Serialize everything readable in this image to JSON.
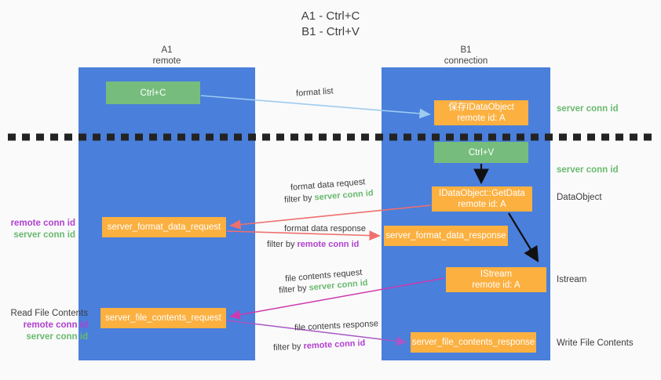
{
  "title": {
    "line1": "A1 - Ctrl+C",
    "line2": "B1 - Ctrl+V"
  },
  "columns": [
    {
      "id": "a1",
      "name": "A1",
      "sub": "remote"
    },
    {
      "id": "b1",
      "name": "B1",
      "sub": "connection"
    }
  ],
  "nodes": {
    "ctrl_c": {
      "line1": "Ctrl+C",
      "line2": ""
    },
    "idataobject": {
      "line1": "保存IDataObject",
      "line2": "remote id: A"
    },
    "ctrl_v": {
      "line1": "Ctrl+V",
      "line2": ""
    },
    "getdata": {
      "line1": "IDataObject::GetData",
      "line2": "remote id: A"
    },
    "format_data_request": {
      "line1": "server_format_data_request",
      "line2": ""
    },
    "format_data_response": {
      "line1": "server_format_data_response",
      "line2": ""
    },
    "istream": {
      "line1": "IStream",
      "line2": "remote id: A"
    },
    "file_contents_request": {
      "line1": "server_file_contents_request",
      "line2": ""
    },
    "file_contents_response": {
      "line1": "server_file_contents_response",
      "line2": ""
    }
  },
  "right_notes": {
    "server_conn_id_1": "server conn id",
    "server_conn_id_2": "server conn id",
    "dataobject": "DataObject",
    "istream": "Istream",
    "write_file_contents": "Write File Contents"
  },
  "left_notes": {
    "block1": {
      "remote": "remote conn id",
      "server": "server conn id"
    },
    "block2": {
      "heading": "Read File Contents",
      "remote": "remote conn id",
      "server": "server conn id"
    }
  },
  "edges": {
    "format_list": "format list",
    "format_data_request": {
      "main": "format data request",
      "filter_prefix": "filter by ",
      "filter_key": "server conn id"
    },
    "format_data_response": {
      "main": "format data response",
      "filter_prefix": "filter by ",
      "filter_key": "remote conn id"
    },
    "file_contents_request": {
      "main": "file contents request",
      "filter_prefix": "filter by ",
      "filter_key": "server conn id"
    },
    "file_contents_response": {
      "main": "file contents response",
      "filter_prefix": "filter by ",
      "filter_key": "remote conn id"
    }
  },
  "colors": {
    "column_blue": "#4a7fdb",
    "node_green": "#76bd7d",
    "node_orange": "#fbb040",
    "server_conn_green": "#6aba6f",
    "remote_conn_purple": "#b040cf",
    "arrow_light_blue": "#9ecbf0",
    "arrow_red": "#ef6f6f",
    "arrow_magenta": "#cf38b0",
    "arrow_purple": "#a857c6",
    "arrow_black": "#111111",
    "divider_black": "#232323",
    "background": "#fafafa"
  }
}
